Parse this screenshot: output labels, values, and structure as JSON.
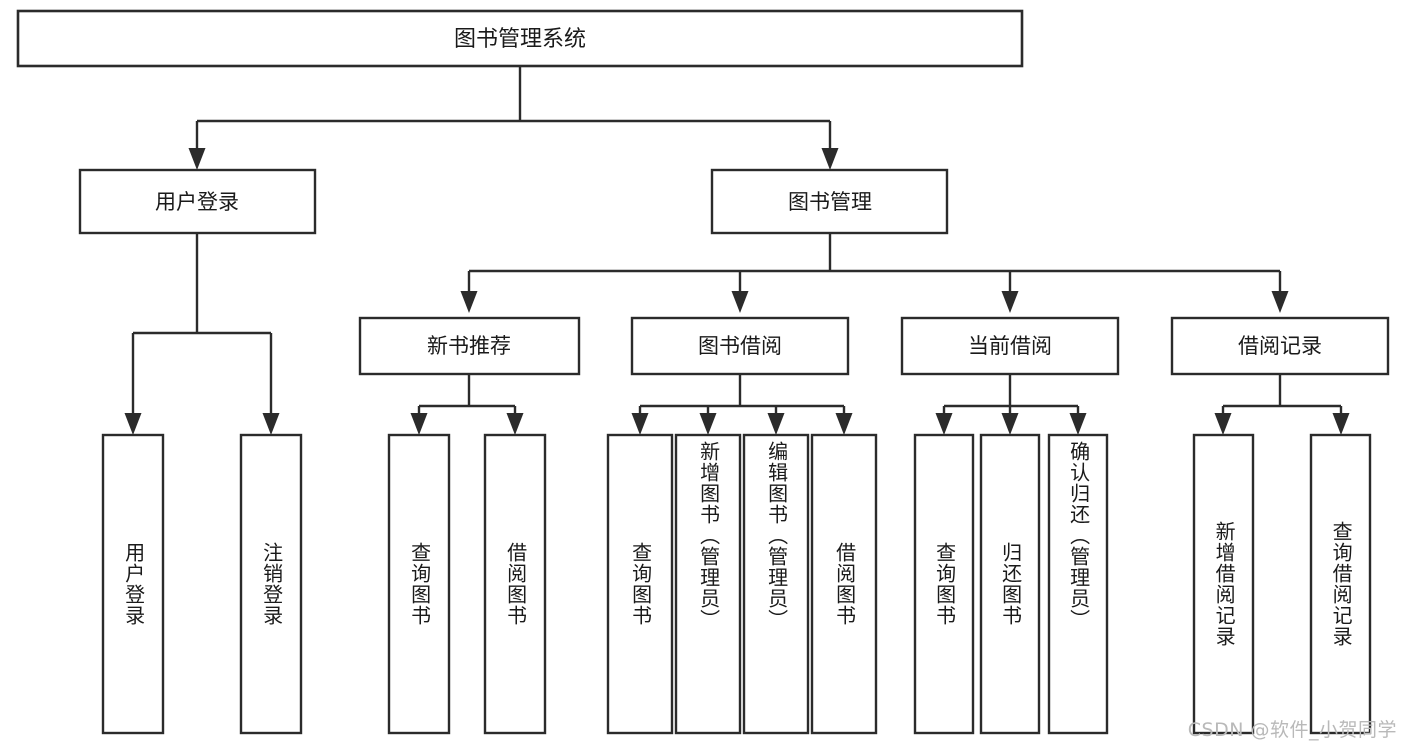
{
  "diagram": {
    "title": "图书管理系统",
    "type": "tree-hierarchy-chart",
    "watermark": "CSDN @软件_小贺同学",
    "colors": {
      "box_stroke": "#2b2b2b",
      "box_fill": "#ffffff",
      "text": "#1a1a1a",
      "background": "#ffffff",
      "watermark": "#b9b9b9"
    },
    "root": {
      "label": "图书管理系统"
    },
    "level2": [
      {
        "label": "用户登录"
      },
      {
        "label": "图书管理"
      }
    ],
    "level3": [
      {
        "label": "新书推荐"
      },
      {
        "label": "图书借阅"
      },
      {
        "label": "当前借阅"
      },
      {
        "label": "借阅记录"
      }
    ],
    "leaves": {
      "user_login": [
        {
          "label": "用户登录"
        },
        {
          "label": "注销登录"
        }
      ],
      "new_book_recommend": [
        {
          "label": "查询图书"
        },
        {
          "label": "借阅图书"
        }
      ],
      "book_borrow": [
        {
          "label": "查询图书"
        },
        {
          "label": "新增图书（管理员）"
        },
        {
          "label": "编辑图书（管理员）"
        },
        {
          "label": "借阅图书"
        }
      ],
      "current_borrow": [
        {
          "label": "查询图书"
        },
        {
          "label": "归还图书"
        },
        {
          "label": "确认归还（管理员）"
        }
      ],
      "borrow_record": [
        {
          "label": "新增借阅记录"
        },
        {
          "label": "查询借阅记录"
        }
      ]
    }
  }
}
